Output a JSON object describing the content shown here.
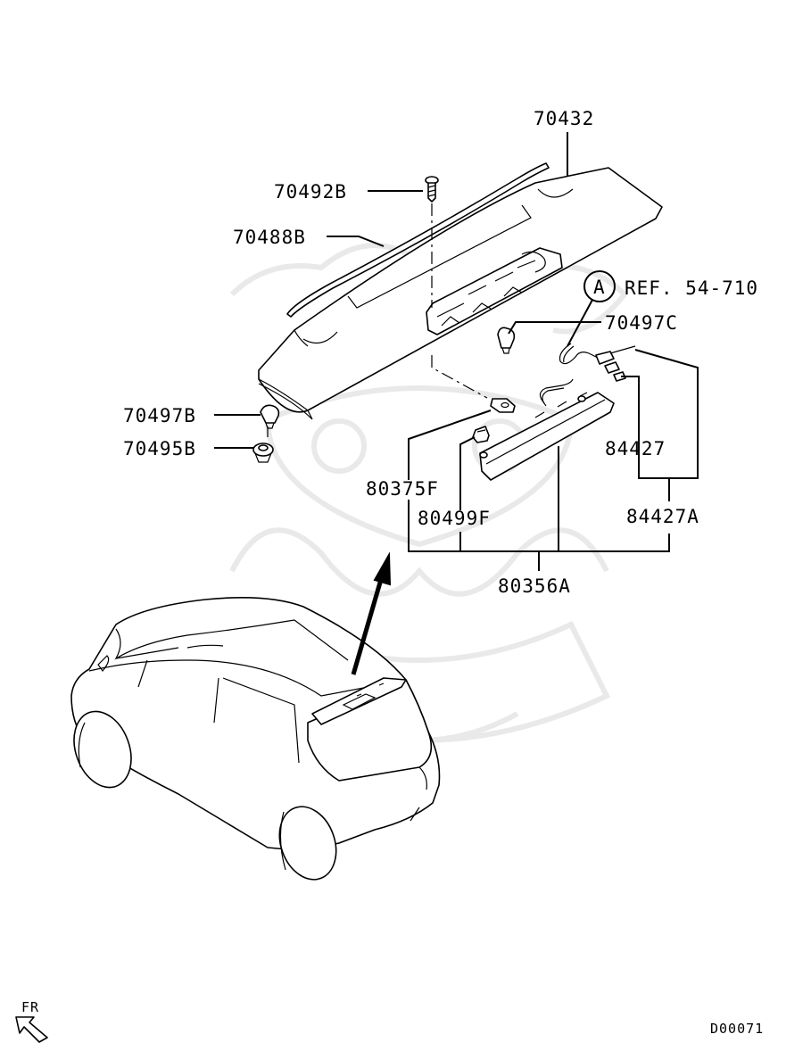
{
  "labels": {
    "p70432": "70432",
    "p70492B": "70492B",
    "p70488B": "70488B",
    "ref_circle": "A",
    "ref": "REF. 54-710",
    "p70497C": "70497C",
    "p70497B": "70497B",
    "p70495B": "70495B",
    "p84427": "84427",
    "p84427A": "84427A",
    "p80375F": "80375F",
    "p80499F": "80499F",
    "p80356A": "80356A",
    "fr": "FR",
    "code": "D00071"
  }
}
